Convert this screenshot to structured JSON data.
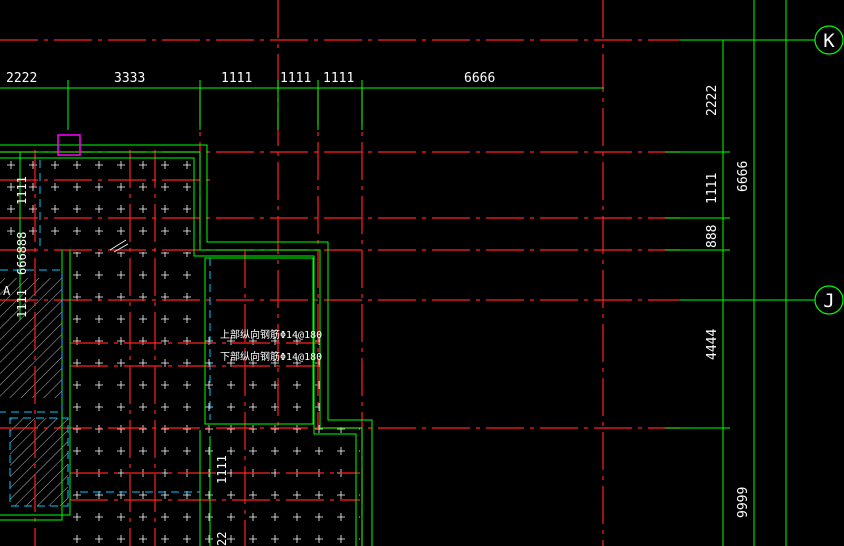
{
  "drawing": {
    "top_dimensions": [
      "2222",
      "3333",
      "1111",
      "1111",
      "1111",
      "6666"
    ],
    "right_dimensions": [
      "2222",
      "1111",
      "888",
      "4444",
      "6666",
      "9999"
    ],
    "left_dimensions": [
      "1111",
      "666888",
      "1111"
    ],
    "bottom_dimension": "1111",
    "bottom_dimension_2": "22",
    "axis_labels": [
      "K",
      "J",
      "A"
    ],
    "rebar_notes": [
      "上部纵向钢筋Φ14@180",
      "下部纵向钢筋Φ14@180"
    ]
  },
  "colors": {
    "background": "#000000",
    "axis_line": "#ff2020",
    "dimension": "#00ff00",
    "slab_outline": "#00ff00",
    "hidden_line": "#00c8ff",
    "text": "#ffffff",
    "marker": "#ff00ff"
  }
}
